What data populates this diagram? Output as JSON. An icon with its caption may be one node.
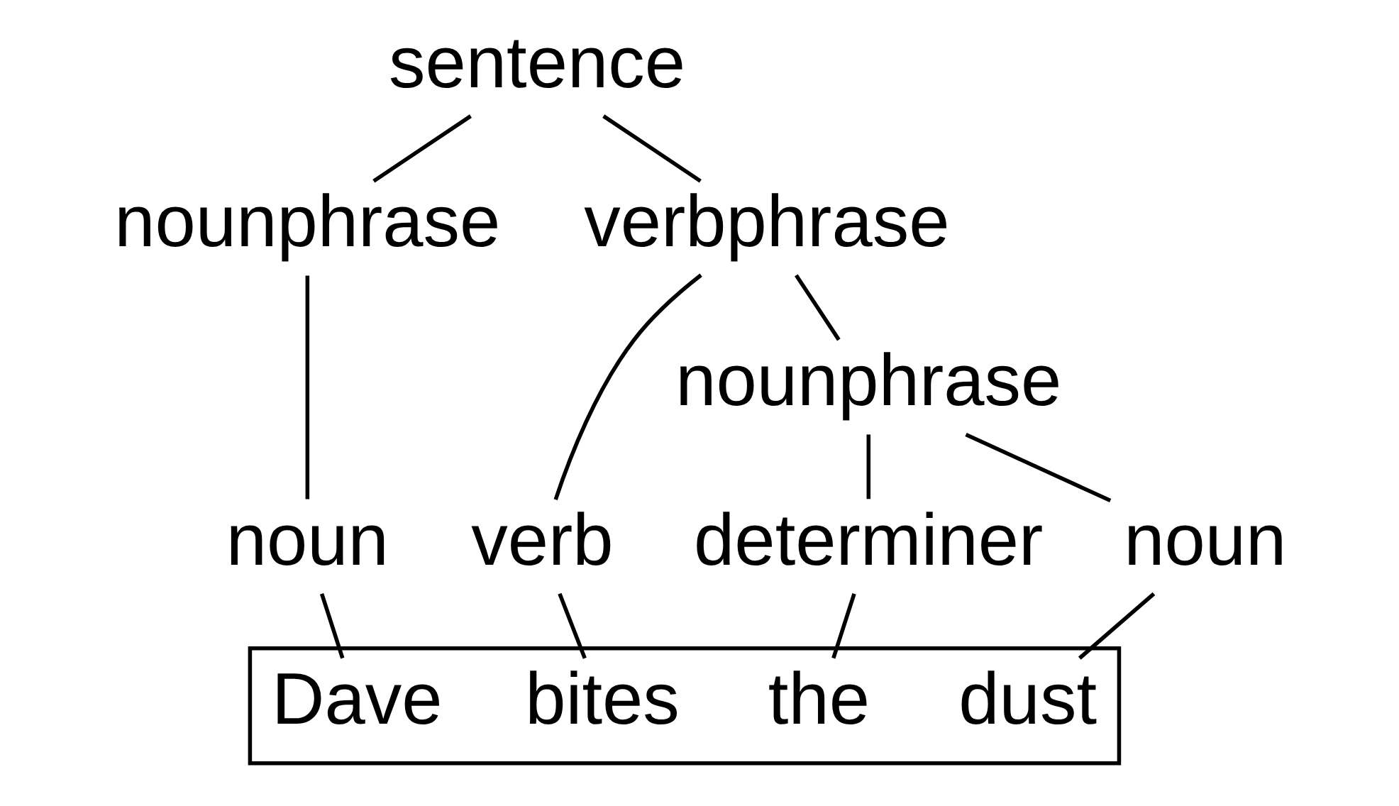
{
  "diagram": {
    "nodes": [
      {
        "text": [
          "sentence"
        ]
      },
      {
        "text": [
          "nounphrase"
        ]
      },
      {
        "text": [
          "verbphrase"
        ]
      },
      {
        "text": [
          "nounphrase"
        ]
      },
      {
        "text": [
          "noun"
        ]
      },
      {
        "text": [
          "verb"
        ]
      },
      {
        "text": [
          "determiner"
        ]
      },
      {
        "text": [
          "noun"
        ]
      },
      {
        "text": [],
        "shape": "box"
      },
      {
        "text": [
          "Dave"
        ],
        "in": 8
      },
      {
        "text": [
          "bites"
        ],
        "in": 8
      },
      {
        "text": [
          "the"
        ],
        "in": 8
      },
      {
        "text": [
          "dust"
        ],
        "in": 8
      }
    ],
    "edges": [
      {
        "from": 0,
        "to": 1,
        "arrow": "none"
      },
      {
        "from": 0,
        "to": 2,
        "arrow": "none"
      },
      {
        "from": 1,
        "to": 4,
        "arrow": "none"
      },
      {
        "from": 2,
        "to": 5,
        "arrow": "none"
      },
      {
        "from": 2,
        "to": 3,
        "arrow": "none"
      },
      {
        "from": 3,
        "to": 6,
        "arrow": "none"
      },
      {
        "from": 3,
        "to": 7,
        "arrow": "none"
      },
      {
        "from": 4,
        "to": 9,
        "arrow": "none"
      },
      {
        "from": 5,
        "to": 10,
        "arrow": "none"
      },
      {
        "from": 6,
        "to": 11,
        "arrow": "none"
      },
      {
        "from": 7,
        "to": 12,
        "arrow": "none"
      }
    ]
  }
}
